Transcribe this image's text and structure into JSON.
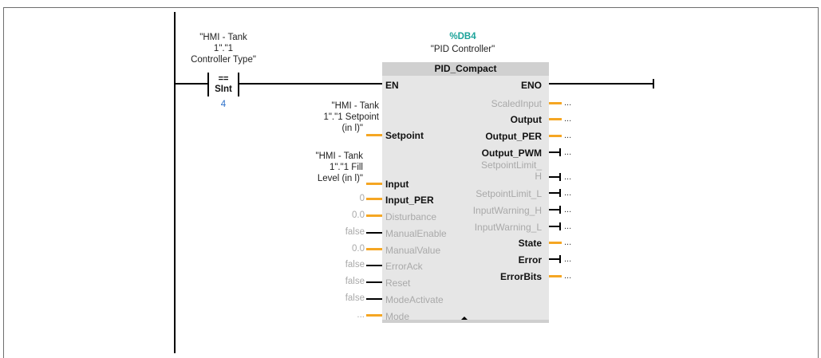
{
  "contact": {
    "operand_lines": [
      "\"HMI - Tank",
      "1\".\"1",
      "Controller Type\""
    ],
    "operator": "==",
    "type": "SInt",
    "value": "4"
  },
  "block": {
    "db": "%DB4",
    "instance": "\"PID Controller\"",
    "type": "PID_Compact",
    "en": "EN",
    "eno": "ENO"
  },
  "setpoint_operand": [
    "\"HMI - Tank",
    "1\".\"1 Setpoint",
    "(in l)\""
  ],
  "input_operand": [
    "\"HMI - Tank",
    "1\".\"1 Fill",
    "Level (in l)\""
  ],
  "inputs": [
    {
      "label": "Setpoint",
      "value": ""
    },
    {
      "label": "Input",
      "value": ""
    },
    {
      "label": "Input_PER",
      "value": "0"
    },
    {
      "label": "Disturbance",
      "value": "0.0"
    },
    {
      "label": "ManualEnable",
      "value": "false"
    },
    {
      "label": "ManualValue",
      "value": "0.0"
    },
    {
      "label": "ErrorAck",
      "value": "false"
    },
    {
      "label": "Reset",
      "value": "false"
    },
    {
      "label": "ModeActivate",
      "value": "false"
    },
    {
      "label": "Mode",
      "value": "..."
    }
  ],
  "outputs": [
    {
      "label": "ScaledInput",
      "value": "..."
    },
    {
      "label": "Output",
      "value": "..."
    },
    {
      "label": "Output_PER",
      "value": "..."
    },
    {
      "label": "Output_PWM",
      "value": "..."
    },
    {
      "label": "SetpointLimit_",
      "label2": "H",
      "value": "..."
    },
    {
      "label": "SetpointLimit_L",
      "value": "..."
    },
    {
      "label": "InputWarning_H",
      "value": "..."
    },
    {
      "label": "InputWarning_L",
      "value": "..."
    },
    {
      "label": "State",
      "value": "..."
    },
    {
      "label": "Error",
      "value": "..."
    },
    {
      "label": "ErrorBits",
      "value": "..."
    }
  ],
  "colors": {
    "wire_bool": "#000000",
    "wire_num": "#f5a623",
    "db_label": "#1ca39a",
    "const": "#2a6fc9",
    "block_bg": "#e6e6e6"
  }
}
